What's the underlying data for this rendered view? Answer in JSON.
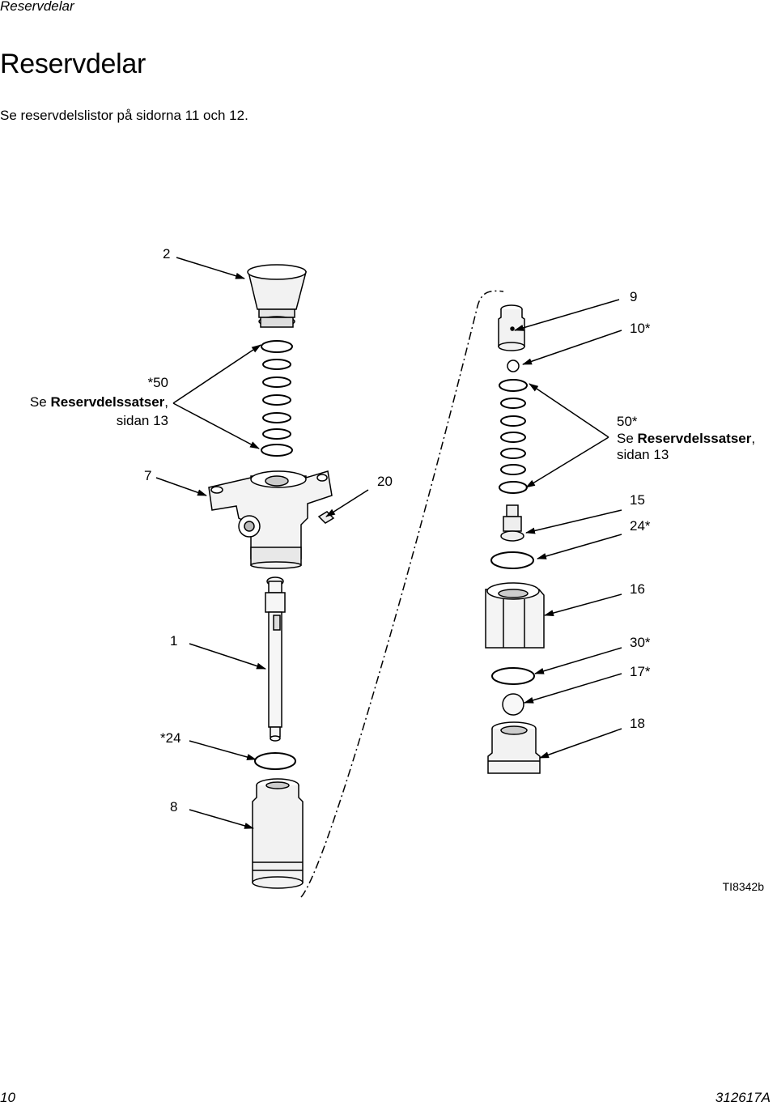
{
  "header": {
    "section": "Reservdelar"
  },
  "page_title": "Reservdelar",
  "intro": "Se reservdelslistor på sidorna 11 och 12.",
  "callouts": {
    "c2": "2",
    "c9": "9",
    "c10": "10*",
    "c50_left_num": "*50",
    "c50_left_prefix": "Se ",
    "c50_left_link": "Reservdelssatser",
    "c50_left_suffix": ",",
    "c50_left_page": "sidan 13",
    "c7": "7",
    "c20": "20",
    "c50_right_num": "50*",
    "c50_right_prefix": "Se ",
    "c50_right_link": "Reservdelssatser",
    "c50_right_suffix": ",",
    "c50_right_page": "sidan 13",
    "c15": "15",
    "c24_right": "24*",
    "c16": "16",
    "c1": "1",
    "c30": "30*",
    "c17": "17*",
    "c18": "18",
    "c24_left": "*24",
    "c8": "8"
  },
  "figure_id": "TI8342b",
  "footer": {
    "page_number": "10",
    "doc_number": "312617A"
  }
}
